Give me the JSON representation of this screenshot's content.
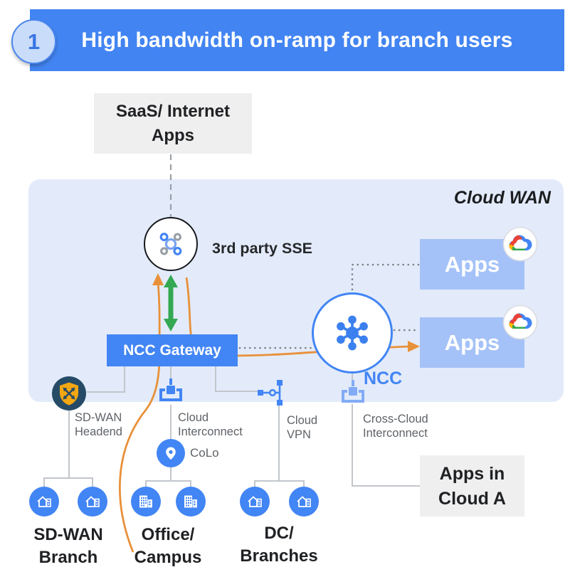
{
  "banner": {
    "step": "1",
    "title": "High bandwidth on-ramp for branch users"
  },
  "saas_box": {
    "line1": "SaaS/ Internet",
    "line2": "Apps"
  },
  "cloud_wan": {
    "label": "Cloud WAN"
  },
  "sse": {
    "label": "3rd party SSE"
  },
  "ncc_gateway": {
    "label": "NCC Gateway"
  },
  "ncc": {
    "label": "NCC"
  },
  "apps": {
    "app1": "Apps",
    "app2": "Apps"
  },
  "apps_in_cloud_a": {
    "line1": "Apps in",
    "line2": "Cloud A"
  },
  "connectors": {
    "sd_wan_headend": {
      "line1": "SD-WAN",
      "line2": "Headend"
    },
    "cloud_interconnect": {
      "line1": "Cloud",
      "line2": "Interconnect"
    },
    "cloud_vpn": {
      "line1": "Cloud",
      "line2": "VPN"
    },
    "cross_cloud_interconnect": {
      "line1": "Cross-Cloud",
      "line2": "Interconnect"
    },
    "colo": {
      "label": "CoLo"
    }
  },
  "sites": {
    "sd_wan_branch": {
      "line1": "SD-WAN",
      "line2": "Branch"
    },
    "office_campus": {
      "line1": "Office/",
      "line2": "Campus"
    },
    "dc_branches": {
      "line1": "DC/",
      "line2": "Branches"
    }
  },
  "icons": {
    "sse": "hub-nodes-icon",
    "ncc": "hub-spokes-icon",
    "apps_badge": "google-cloud-logo",
    "sd_wan_headend": "shield-crossed-arrows-icon",
    "cloud_interconnect": "interconnect-bracket-icon",
    "cloud_vpn": "vpn-key-icon",
    "cross_cloud_interconnect": "interconnect-bracket-icon",
    "colo": "location-pin-icon",
    "branch_site": "house-building-icon",
    "office_site": "office-building-icon"
  },
  "colors": {
    "banner_blue": "#4284F2",
    "panel_blue": "#E3EBFA",
    "node_blue": "#4285F4",
    "apps_box_blue": "#A5C2F8",
    "gray_box": "#EFEFEF",
    "orange_flow": "#E8913A",
    "green_flow": "#34A853",
    "light_icon_blue": "#82ABF5",
    "headend_navy": "#264B66",
    "headend_gold": "#F3A712",
    "label_gray": "#5F6368",
    "dark_text": "#202124",
    "line_gray": "#C2C6CB",
    "dot_gray": "#7C8186"
  }
}
